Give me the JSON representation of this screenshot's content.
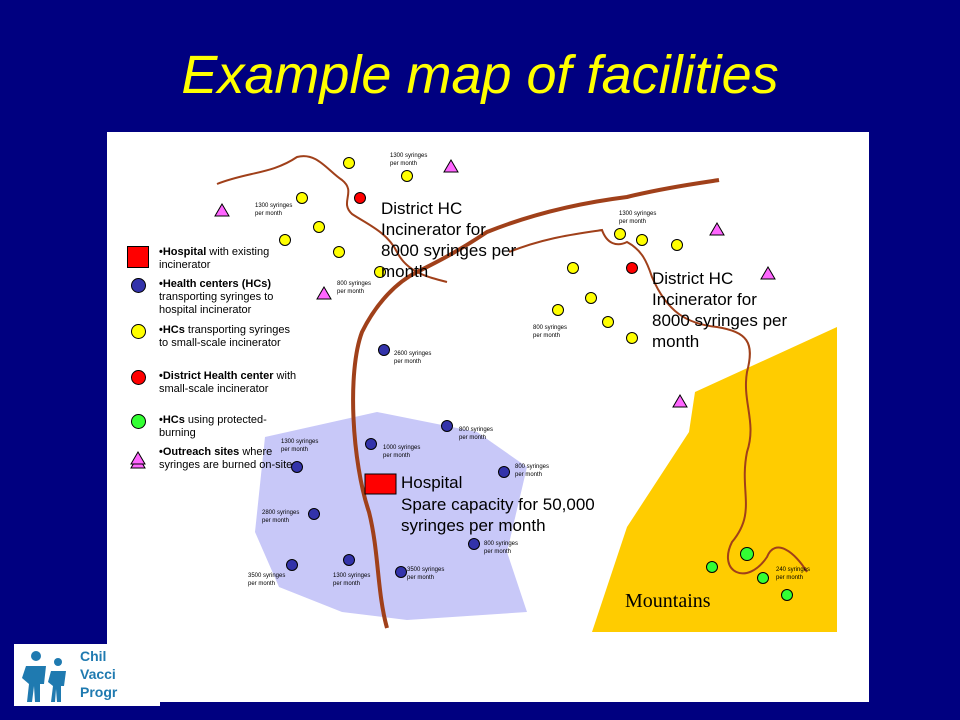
{
  "title": "Example map of facilities",
  "legend": [
    {
      "symbol": "red-square",
      "bold": "•Hospital",
      "text": " with existing incinerator"
    },
    {
      "symbol": "blue-circle",
      "bold": "•Health centers (HCs)",
      "text": " transporting syringes to hospital incinerator"
    },
    {
      "symbol": "yellow-circle",
      "bold": "•HCs",
      "text": " transporting syringes to small-scale incinerator"
    },
    {
      "symbol": "red-circle",
      "bold": "•District Health center",
      "text": " with small-scale incinerator"
    },
    {
      "symbol": "green-circle",
      "bold": "•HCs",
      "text": " using protected-burning"
    },
    {
      "symbol": "pink-triangle",
      "bold": "•Outreach sites",
      "text": " where syringes are burned on-site"
    }
  ],
  "labels": {
    "district_hc_1": "District HC Incinerator for 8000 syringes per month",
    "district_hc_2": "District HC Incinerator for 8000 syringes per month",
    "hospital_title": "Hospital",
    "hospital_capacity": "Spare capacity for 50,000 syringes per month",
    "mountains": "Mountains"
  },
  "syringe_labels": [
    "1300 syringes per month",
    "1300 syringes per month",
    "1300 syringes per month",
    "800 syringes per month",
    "800 syringes per month",
    "2600 syringes per month",
    "1300 syringes per month",
    "1000 syringes per month",
    "800 syringes per month",
    "800 syringes per month",
    "2800 syringes per month",
    "800 syringes per month",
    "3500 syringes per month",
    "1300 syringes per month",
    "3500 syringes per month",
    "240 syringes per month"
  ],
  "logo": {
    "line1": "Chil",
    "line2": "Vacci",
    "line3": "Progr"
  },
  "colors": {
    "background": "#000080",
    "title": "#ffff00",
    "river": "#a0401a",
    "hospital_area": "#c8c8f8",
    "mountains": "#ffcc00",
    "hospital": "#ff0000",
    "hc_blue": "#3333aa",
    "hc_yellow": "#ffff00",
    "district_red": "#ff0000",
    "hc_green": "#33ff33",
    "outreach_pink": "#ff66ff"
  }
}
